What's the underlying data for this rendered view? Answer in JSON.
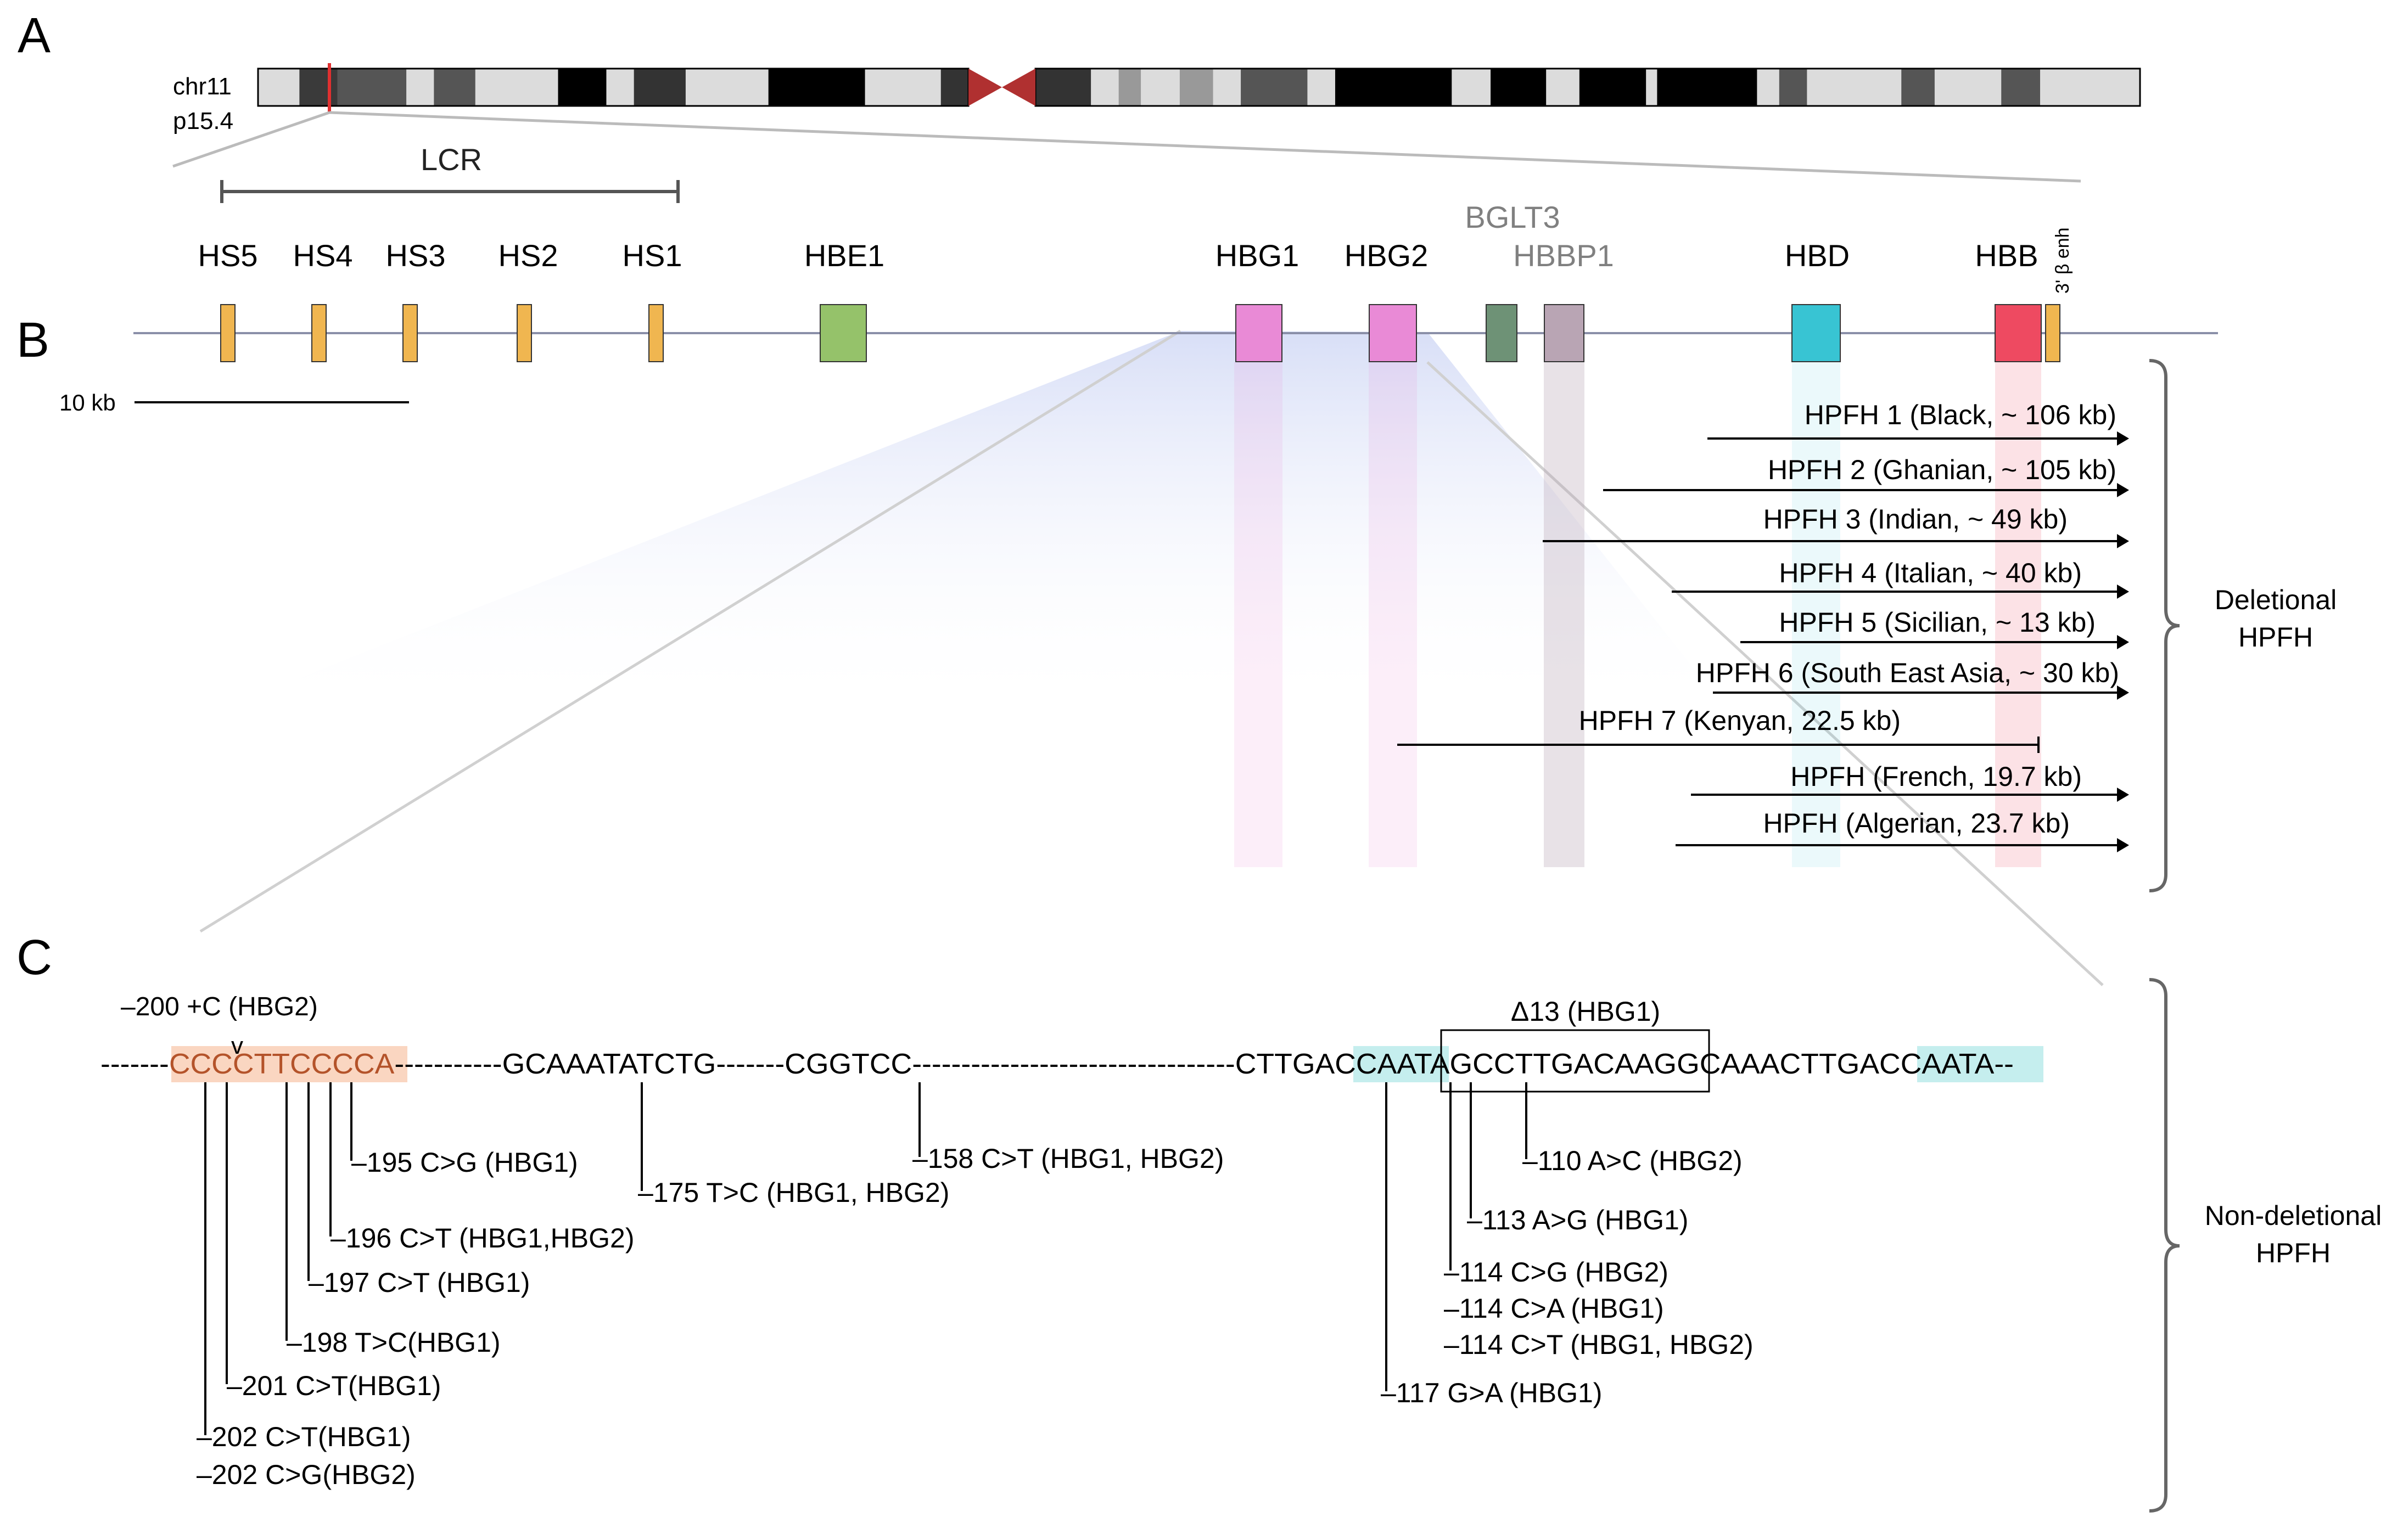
{
  "panels": {
    "a": "A",
    "b": "B",
    "c": "C"
  },
  "chromosome": {
    "label_line1": "chr11",
    "label_line2": "p15.4",
    "bands_p": [
      {
        "w": 0.06,
        "c": "#dcdcdc"
      },
      {
        "w": 0.055,
        "c": "#3a3a3a"
      },
      {
        "w": 0.1,
        "c": "#555555"
      },
      {
        "w": 0.04,
        "c": "#dcdcdc"
      },
      {
        "w": 0.06,
        "c": "#555555"
      },
      {
        "w": 0.12,
        "c": "#dcdcdc"
      },
      {
        "w": 0.07,
        "c": "#000000"
      },
      {
        "w": 0.04,
        "c": "#dcdcdc"
      },
      {
        "w": 0.075,
        "c": "#333333"
      },
      {
        "w": 0.12,
        "c": "#dcdcdc"
      },
      {
        "w": 0.14,
        "c": "#000000"
      },
      {
        "w": 0.11,
        "c": "#dcdcdc"
      },
      {
        "w": 0.04,
        "c": "#333333"
      }
    ],
    "bands_q": [
      {
        "w": 0.05,
        "c": "#333333"
      },
      {
        "w": 0.025,
        "c": "#dcdcdc"
      },
      {
        "w": 0.02,
        "c": "#999999"
      },
      {
        "w": 0.035,
        "c": "#dcdcdc"
      },
      {
        "w": 0.03,
        "c": "#999999"
      },
      {
        "w": 0.025,
        "c": "#dcdcdc"
      },
      {
        "w": 0.06,
        "c": "#555555"
      },
      {
        "w": 0.025,
        "c": "#dcdcdc"
      },
      {
        "w": 0.105,
        "c": "#000000"
      },
      {
        "w": 0.035,
        "c": "#dcdcdc"
      },
      {
        "w": 0.05,
        "c": "#000000"
      },
      {
        "w": 0.03,
        "c": "#dcdcdc"
      },
      {
        "w": 0.06,
        "c": "#000000"
      },
      {
        "w": 0.01,
        "c": "#dcdcdc"
      },
      {
        "w": 0.09,
        "c": "#000000"
      },
      {
        "w": 0.02,
        "c": "#dcdcdc"
      },
      {
        "w": 0.025,
        "c": "#555555"
      },
      {
        "w": 0.085,
        "c": "#dcdcdc"
      },
      {
        "w": 0.03,
        "c": "#555555"
      },
      {
        "w": 0.06,
        "c": "#dcdcdc"
      },
      {
        "w": 0.035,
        "c": "#555555"
      },
      {
        "w": 0.09,
        "c": "#dcdcdc"
      }
    ],
    "centromere_color": "#b03030",
    "marker_color": "#e03030"
  },
  "lcr_label": "LCR",
  "scale_bar_label": "10 kb",
  "genes": [
    {
      "id": "hs5",
      "label": "HS5",
      "color": "#f0b650"
    },
    {
      "id": "hs4",
      "label": "HS4",
      "color": "#f0b650"
    },
    {
      "id": "hs3",
      "label": "HS3",
      "color": "#f0b650"
    },
    {
      "id": "hs2",
      "label": "HS2",
      "color": "#f0b650"
    },
    {
      "id": "hs1",
      "label": "HS1",
      "color": "#f0b650"
    },
    {
      "id": "hbe1",
      "label": "HBE1",
      "color": "#95c26a"
    },
    {
      "id": "hbg1",
      "label": "HBG1",
      "color": "#e98ad6"
    },
    {
      "id": "hbg2",
      "label": "HBG2",
      "color": "#e98ad6"
    },
    {
      "id": "bglt3",
      "label": "BGLT3",
      "color": "#6e9276"
    },
    {
      "id": "hbbp1",
      "label": "HBBP1",
      "color": "#b9a5b4"
    },
    {
      "id": "hbd",
      "label": "HBD",
      "color": "#38c4d3"
    },
    {
      "id": "hbb",
      "label": "HBB",
      "color": "#ee4a61"
    },
    {
      "id": "enh",
      "label": "3' β enh",
      "color": "#f0b650"
    }
  ],
  "deletions": [
    {
      "label": "HPFH 1 (Black, ~ 106 kb)",
      "arrow": true
    },
    {
      "label": "HPFH 2 (Ghanian, ~ 105 kb)",
      "arrow": true
    },
    {
      "label": "HPFH 3 (Indian, ~ 49 kb)",
      "arrow": true
    },
    {
      "label": "HPFH 4 (Italian, ~ 40 kb)",
      "arrow": true
    },
    {
      "label": "HPFH 5 (Sicilian, ~ 13 kb)",
      "arrow": true
    },
    {
      "label": "HPFH 6 (South East Asia, ~ 30 kb)",
      "arrow": true
    },
    {
      "label": "HPFH 7 (Kenyan, 22.5 kb)",
      "arrow": false
    },
    {
      "label": "HPFH (French, 19.7 kb)",
      "arrow": true
    },
    {
      "label": "HPFH (Algerian, 23.7 kb)",
      "arrow": true
    }
  ],
  "deletional_label": {
    "line1": "Deletional",
    "line2": "HPFH"
  },
  "nondeletional_label": {
    "line1": "Non-deletional",
    "line2": "HPFH"
  },
  "sequence": [
    {
      "text": "-------",
      "hl": ""
    },
    {
      "text": "CCCCTTCCCCA",
      "hl": "peach"
    },
    {
      "text": "-----------GCAAATATCTG-------CGGTCC---------------------------------CT",
      "hl": ""
    },
    {
      "text": "TGACCA",
      "hl": "teal"
    },
    {
      "text": "ATAGCCTTGACAAGGCAAACT",
      "hl": ""
    },
    {
      "text": "TGACCA",
      "hl": "teal"
    },
    {
      "text": "ATA--",
      "hl": ""
    }
  ],
  "insertion_label": "–200 +C (HBG2)",
  "insertion_caret": "v",
  "delta13_label": "Δ13 (HBG1)",
  "mutations": [
    {
      "id": "m195",
      "label": "–195 C>G (HBG1)"
    },
    {
      "id": "m196",
      "label": "–196 C>T (HBG1,HBG2)"
    },
    {
      "id": "m197",
      "label": "–197 C>T (HBG1)"
    },
    {
      "id": "m198",
      "label": "–198 T>C(HBG1)"
    },
    {
      "id": "m201",
      "label": "–201 C>T(HBG1)"
    },
    {
      "id": "m202a",
      "label": "–202 C>T(HBG1)"
    },
    {
      "id": "m202b",
      "label": "–202 C>G(HBG2)"
    },
    {
      "id": "m175",
      "label": "–175 T>C (HBG1, HBG2)"
    },
    {
      "id": "m158",
      "label": "–158 C>T (HBG1, HBG2)"
    },
    {
      "id": "m110",
      "label": "–110 A>C (HBG2)"
    },
    {
      "id": "m113",
      "label": "–113 A>G (HBG1)"
    },
    {
      "id": "m114a",
      "label": "–114 C>G (HBG2)"
    },
    {
      "id": "m114b",
      "label": "–114 C>A (HBG1)"
    },
    {
      "id": "m114c",
      "label": "–114 C>T (HBG1, HBG2)"
    },
    {
      "id": "m117",
      "label": "–117 G>A (HBG1)"
    }
  ]
}
